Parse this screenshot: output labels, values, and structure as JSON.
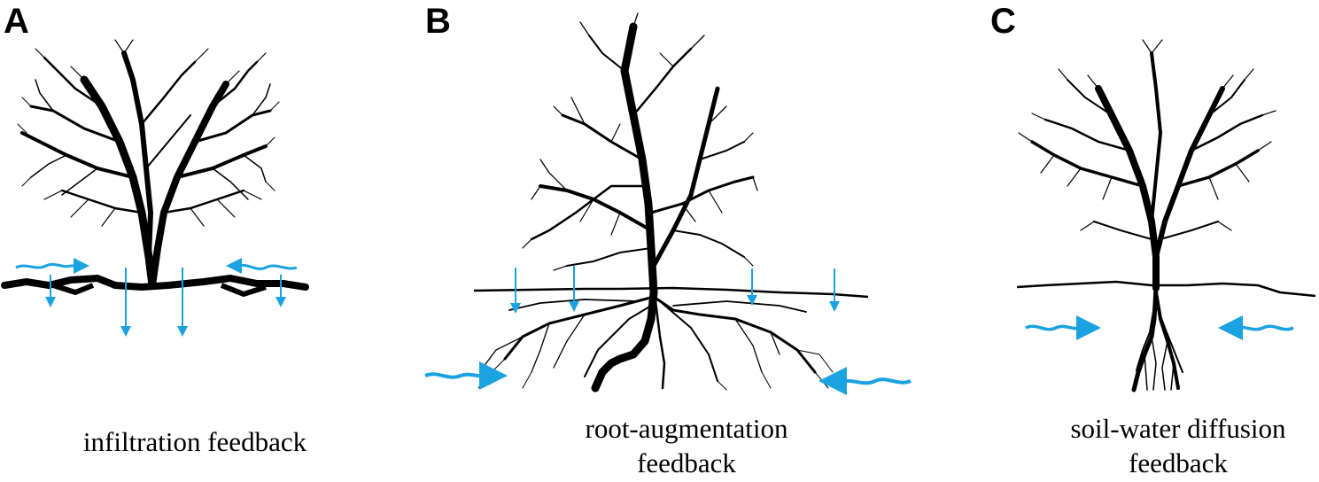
{
  "panels": [
    {
      "letter": "A",
      "caption_lines": [
        "infiltration feedback"
      ]
    },
    {
      "letter": "B",
      "caption_lines": [
        "root-augmentation",
        "feedback"
      ]
    },
    {
      "letter": "C",
      "caption_lines": [
        "soil-water diffusion",
        "feedback"
      ]
    }
  ],
  "colors": {
    "tree": "#000000",
    "water_arrow": "#1aa3e0",
    "ground": "#000000"
  }
}
